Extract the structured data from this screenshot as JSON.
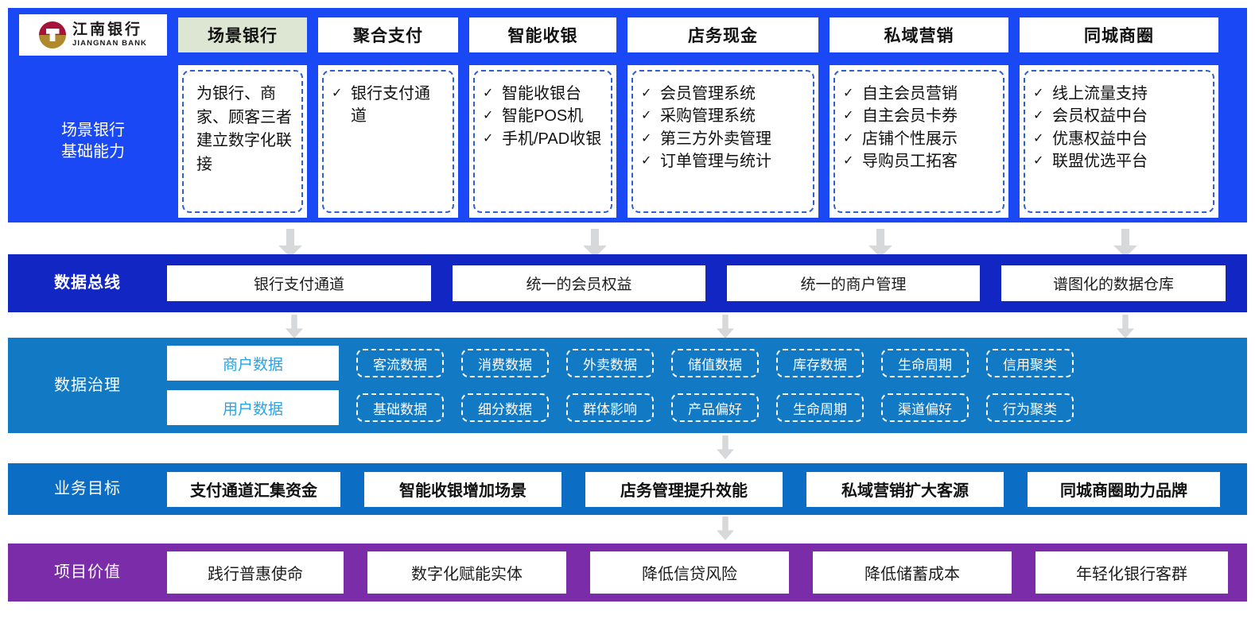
{
  "brand": {
    "name_cn": "江南银行",
    "name_en": "JIANGNAN BANK"
  },
  "scenario_band": {
    "label": "场景银行\n基础能力",
    "label_line1": "场景银行",
    "label_line2": "基础能力",
    "bg_color": "#1a48f5",
    "active_tab_color": "#dde5d3",
    "tabs": [
      {
        "label": "场景银行",
        "active": true
      },
      {
        "label": "聚合支付",
        "active": false
      },
      {
        "label": "智能收银",
        "active": false
      },
      {
        "label": "店务现金",
        "active": false
      },
      {
        "label": "私域营销",
        "active": false
      },
      {
        "label": "同城商圈",
        "active": false
      }
    ],
    "cards": [
      {
        "type": "paragraph",
        "text": "为银行、商家、顾客三者建立数字化联接",
        "items": []
      },
      {
        "type": "list",
        "text": "",
        "items": [
          "银行支付通道"
        ]
      },
      {
        "type": "list",
        "text": "",
        "items": [
          "智能收银台",
          "智能POS机",
          "手机/PAD收银"
        ]
      },
      {
        "type": "list",
        "text": "",
        "items": [
          "会员管理系统",
          "采购管理系统",
          "第三方外卖管理",
          "订单管理与统计"
        ]
      },
      {
        "type": "list",
        "text": "",
        "items": [
          "自主会员营销",
          "自主会员卡券",
          "店铺个性展示",
          "导购员工拓客"
        ]
      },
      {
        "type": "list",
        "text": "",
        "items": [
          "线上流量支持",
          "会员权益中台",
          "优惠权益中台",
          "联盟优选平台"
        ]
      }
    ]
  },
  "databus_band": {
    "label": "数据总线",
    "bg_color": "#1226c4",
    "items": [
      "银行支付通道",
      "统一的会员权益",
      "统一的商户管理",
      "谱图化的数据仓库"
    ]
  },
  "governance_band": {
    "label": "数据治理",
    "bg_color": "#1279c5",
    "rows": [
      {
        "main": "商户数据",
        "chips": [
          "客流数据",
          "消费数据",
          "外卖数据",
          "储值数据",
          "库存数据",
          "生命周期",
          "信用聚类"
        ]
      },
      {
        "main": "用户数据",
        "chips": [
          "基础数据",
          "细分数据",
          "群体影响",
          "产品偏好",
          "生命周期",
          "渠道偏好",
          "行为聚类"
        ]
      }
    ]
  },
  "goals_band": {
    "label": "业务目标",
    "bg_color": "#0b6dc3",
    "items": [
      "支付通道汇集资金",
      "智能收银增加场景",
      "店务管理提升效能",
      "私域营销扩大客源",
      "同城商圈助力品牌"
    ]
  },
  "value_band": {
    "label": "项目价值",
    "bg_color": "#7b2ca8",
    "items": [
      "践行普惠使命",
      "数字化赋能实体",
      "降低信贷风险",
      "降低储蓄成本",
      "年轻化银行客群"
    ]
  },
  "icons": {
    "tick": "✓",
    "arrow": "down-arrow"
  }
}
